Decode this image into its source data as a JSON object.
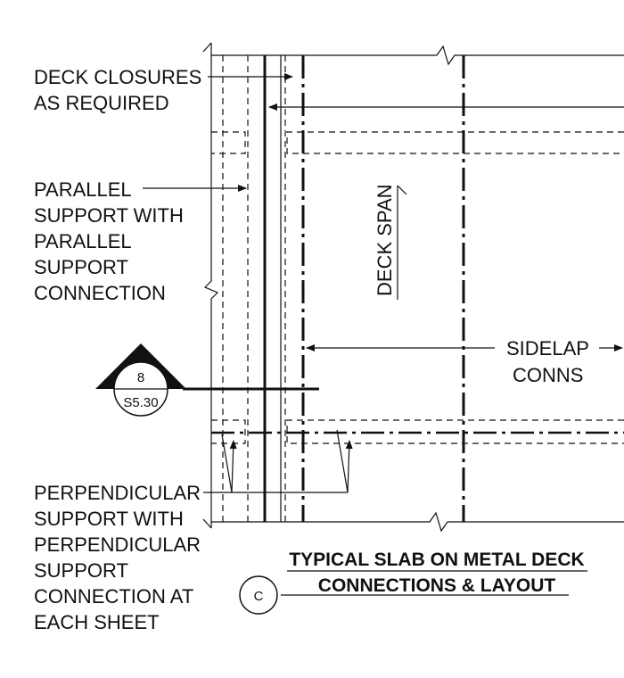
{
  "notes": {
    "deck_closures": [
      "DECK CLOSURES",
      "AS REQUIRED"
    ],
    "parallel_support": [
      "PARALLEL",
      "SUPPORT WITH",
      "PARALLEL",
      "SUPPORT",
      "CONNECTION"
    ],
    "perpendicular_support": [
      "PERPENDICULAR",
      "SUPPORT WITH",
      "PERPENDICULAR",
      "SUPPORT",
      "CONNECTION AT",
      "EACH SHEET"
    ],
    "sidelap": [
      "SIDELAP",
      "CONNS"
    ],
    "deck_span": "DECK SPAN"
  },
  "section_marker": {
    "number": "8",
    "sheet": "S5.30"
  },
  "title_block": {
    "title_lines": [
      "TYPICAL SLAB ON METAL DECK",
      "CONNECTIONS & LAYOUT"
    ],
    "detail_id": "C"
  }
}
